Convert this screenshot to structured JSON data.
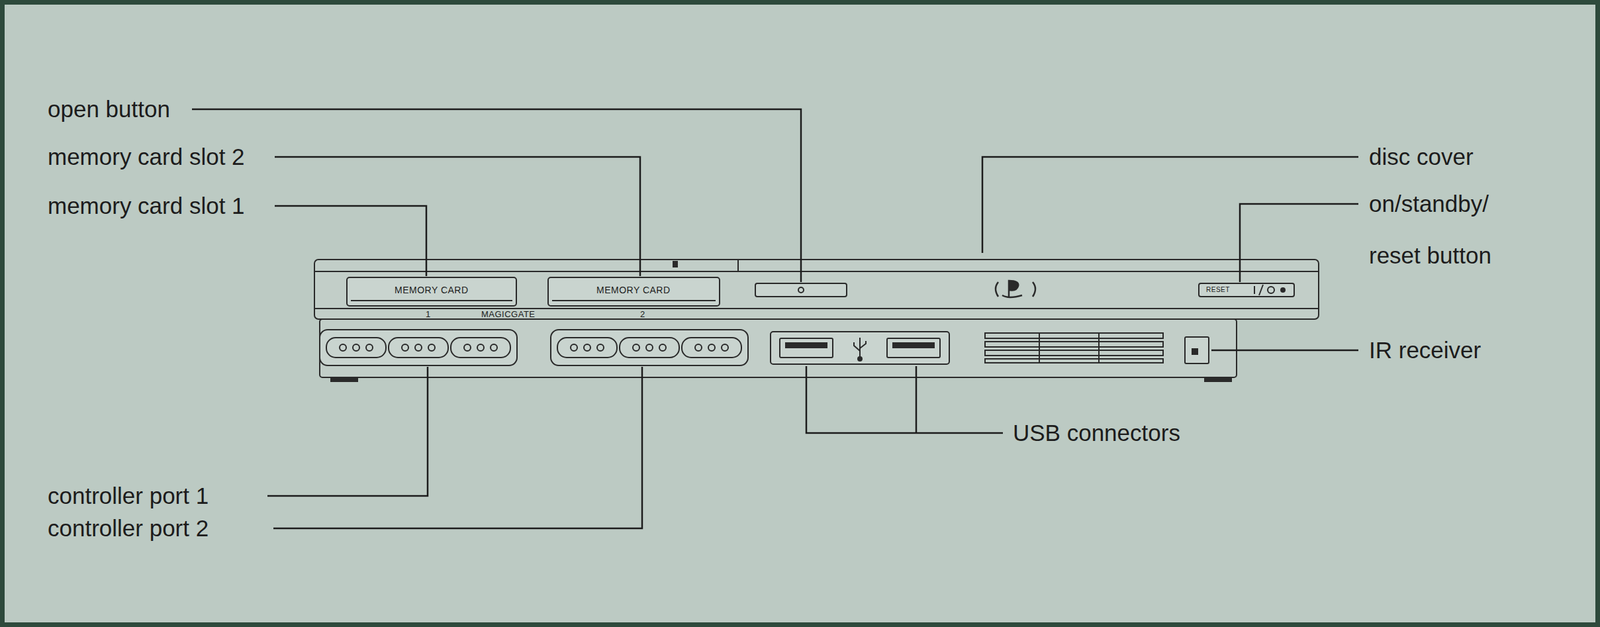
{
  "diagram": {
    "labels": [
      "open button",
      "memory card slot 2",
      "memory card slot 1",
      "disc cover",
      "on/standby/ reset button",
      "IR receiver",
      "USB connectors",
      "controller port 1",
      "controller port 2",
      "MEMORY CARD",
      "MEMORY CARD",
      "1",
      "MAGICGATE",
      "2",
      "RESET"
    ]
  }
}
